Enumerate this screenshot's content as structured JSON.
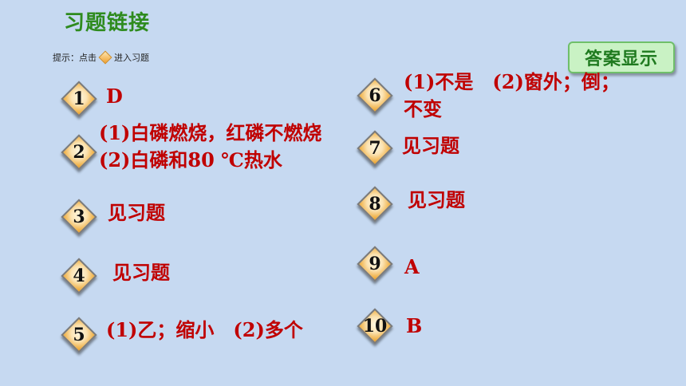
{
  "header": {
    "title": "习题链接",
    "hint_prefix": "提示：点击",
    "hint_suffix": "进入习题",
    "show_answers_label": "答案显示"
  },
  "questions": [
    {
      "number": "1",
      "answer_lines": [
        "D"
      ]
    },
    {
      "number": "2",
      "answer_lines": [
        "(1)白磷燃烧，红磷不燃烧",
        "(2)白磷和80 ℃热水"
      ]
    },
    {
      "number": "3",
      "answer_lines": [
        "见习题"
      ]
    },
    {
      "number": "4",
      "answer_lines": [
        "见习题"
      ]
    },
    {
      "number": "5",
      "answer_lines": [
        "(1)乙；缩小　(2)多个"
      ]
    },
    {
      "number": "6",
      "answer_lines": [
        "(1)不是　(2)窗外；倒；",
        "不变"
      ]
    },
    {
      "number": "7",
      "answer_lines": [
        "见习题"
      ]
    },
    {
      "number": "8",
      "answer_lines": [
        "见习题"
      ]
    },
    {
      "number": "9",
      "answer_lines": [
        "A"
      ]
    },
    {
      "number": "10",
      "answer_lines": [
        "B"
      ]
    }
  ],
  "colors": {
    "background": "#c6d9f1",
    "title": "#2e8b1e",
    "answer_text": "#c00000",
    "diamond_fill": "#f0b24a"
  }
}
